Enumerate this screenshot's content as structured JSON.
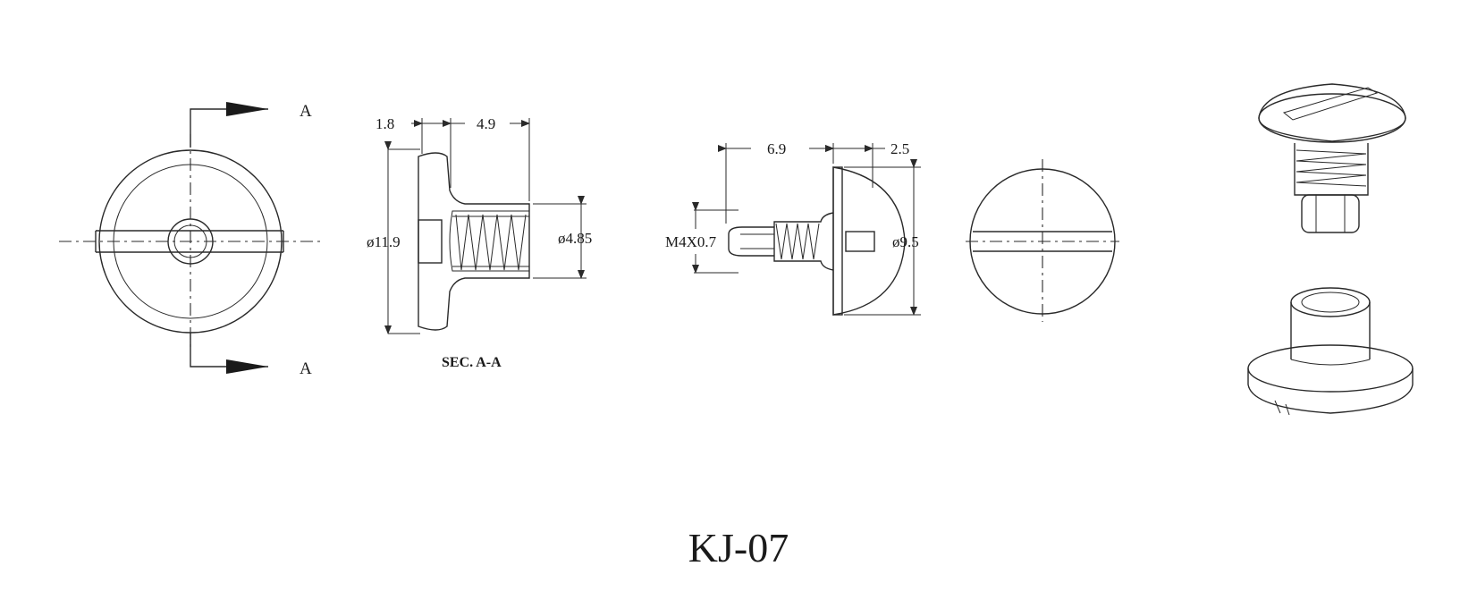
{
  "title": "KJ-07",
  "section_label": "SEC. A-A",
  "section_arrow_top": "A",
  "section_arrow_bottom": "A",
  "dimensions": {
    "head_thickness": "1.8",
    "post_length": "4.9",
    "flange_diameter": "ø11.9",
    "bore_diameter": "ø4.85",
    "screw_length": "6.9",
    "screw_head_height": "2.5",
    "thread_spec": "M4X0.7",
    "screw_head_diameter": "ø9.5"
  },
  "colors": {
    "line": "#2a2a2a",
    "background": "#ffffff"
  }
}
